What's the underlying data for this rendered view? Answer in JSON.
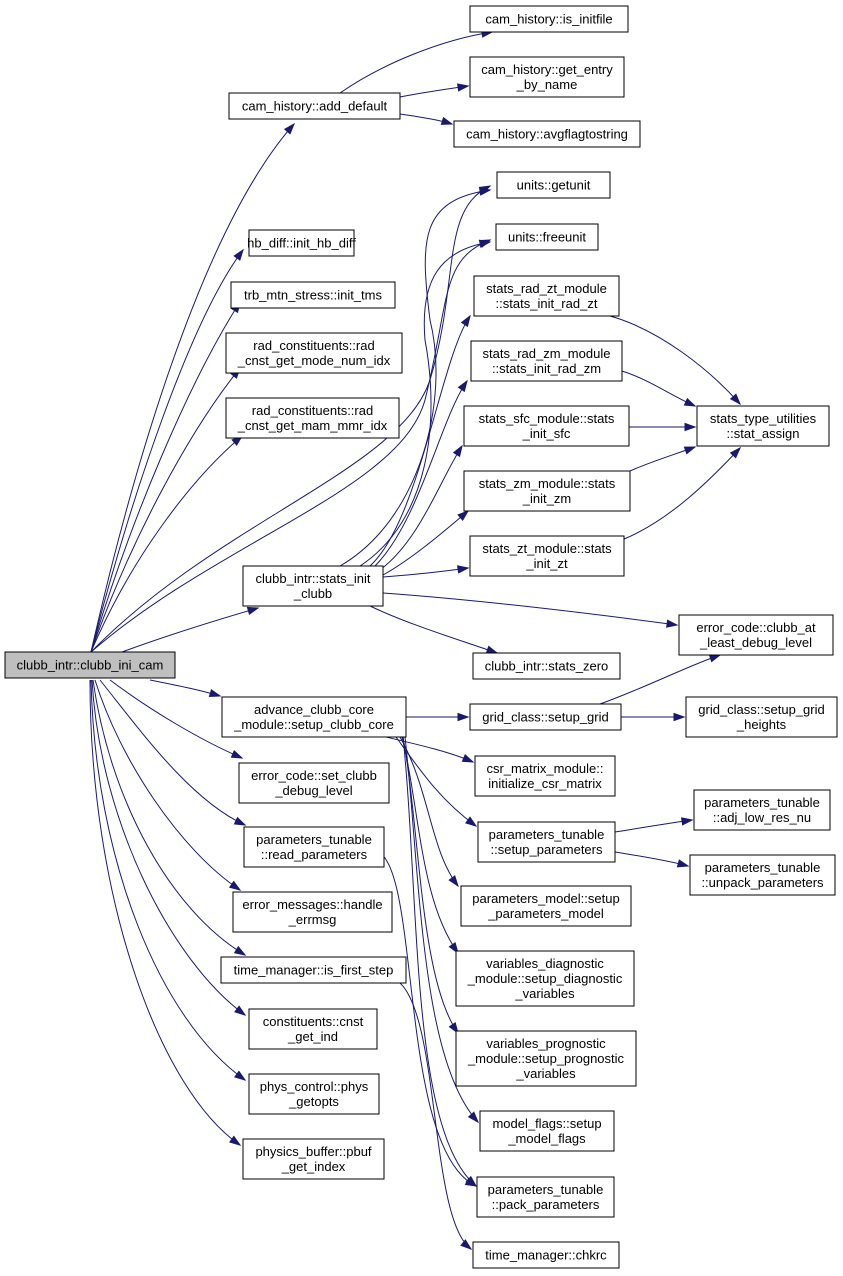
{
  "colors": {
    "edge": "#191970",
    "root_fill": "#bfbfbf",
    "node_fill": "#ffffff",
    "node_stroke": "#000000"
  },
  "nodes": {
    "root": [
      "clubb_intr::clubb_ini_cam"
    ],
    "add_default": [
      "cam_history::add_default"
    ],
    "is_initfile": [
      "cam_history::is_initfile"
    ],
    "get_entry": [
      "cam_history::get_entry",
      "_by_name"
    ],
    "avgflag": [
      "cam_history::avgflagtostring"
    ],
    "hb_diff": [
      "hb_diff::init_hb_diff"
    ],
    "trb": [
      "trb_mtn_stress::init_tms"
    ],
    "rc_mode": [
      "rad_constituents::rad",
      "_cnst_get_mode_num_idx"
    ],
    "rc_mam": [
      "rad_constituents::rad",
      "_cnst_get_mam_mmr_idx"
    ],
    "getunit": [
      "units::getunit"
    ],
    "freeunit": [
      "units::freeunit"
    ],
    "rad_zt": [
      "stats_rad_zt_module",
      "::stats_init_rad_zt"
    ],
    "rad_zm": [
      "stats_rad_zm_module",
      "::stats_init_rad_zm"
    ],
    "sfc": [
      "stats_sfc_module::stats",
      "_init_sfc"
    ],
    "zm": [
      "stats_zm_module::stats",
      "_init_zm"
    ],
    "zt": [
      "stats_zt_module::stats",
      "_init_zt"
    ],
    "stat_assign": [
      "stats_type_utilities",
      "::stat_assign"
    ],
    "stats_init": [
      "clubb_intr::stats_init",
      "_clubb"
    ],
    "debug_level": [
      "error_code::clubb_at",
      "_least_debug_level"
    ],
    "stats_zero": [
      "clubb_intr::stats_zero"
    ],
    "setup_core": [
      "advance_clubb_core",
      "_module::setup_clubb_core"
    ],
    "setup_grid": [
      "grid_class::setup_grid"
    ],
    "grid_heights": [
      "grid_class::setup_grid",
      "_heights"
    ],
    "csr": [
      "csr_matrix_module::",
      "initialize_csr_matrix"
    ],
    "set_debug": [
      "error_code::set_clubb",
      "_debug_level"
    ],
    "setup_params": [
      "parameters_tunable",
      "::setup_parameters"
    ],
    "adj_low": [
      "parameters_tunable",
      "::adj_low_res_nu"
    ],
    "unpack": [
      "parameters_tunable",
      "::unpack_parameters"
    ],
    "read_params": [
      "parameters_tunable",
      "::read_parameters"
    ],
    "params_model": [
      "parameters_model::setup",
      "_parameters_model"
    ],
    "errmsg": [
      "error_messages::handle",
      "_errmsg"
    ],
    "diag": [
      "variables_diagnostic",
      "_module::setup_diagnostic",
      "_variables"
    ],
    "first_step": [
      "time_manager::is_first_step"
    ],
    "cnst": [
      "constituents::cnst",
      "_get_ind"
    ],
    "prog": [
      "variables_prognostic",
      "_module::setup_prognostic",
      "_variables"
    ],
    "phys": [
      "phys_control::phys",
      "_getopts"
    ],
    "flags": [
      "model_flags::setup",
      "_model_flags"
    ],
    "pbuf": [
      "physics_buffer::pbuf",
      "_get_index"
    ],
    "pack": [
      "parameters_tunable",
      "::pack_parameters"
    ],
    "chkrc": [
      "time_manager::chkrc"
    ]
  }
}
